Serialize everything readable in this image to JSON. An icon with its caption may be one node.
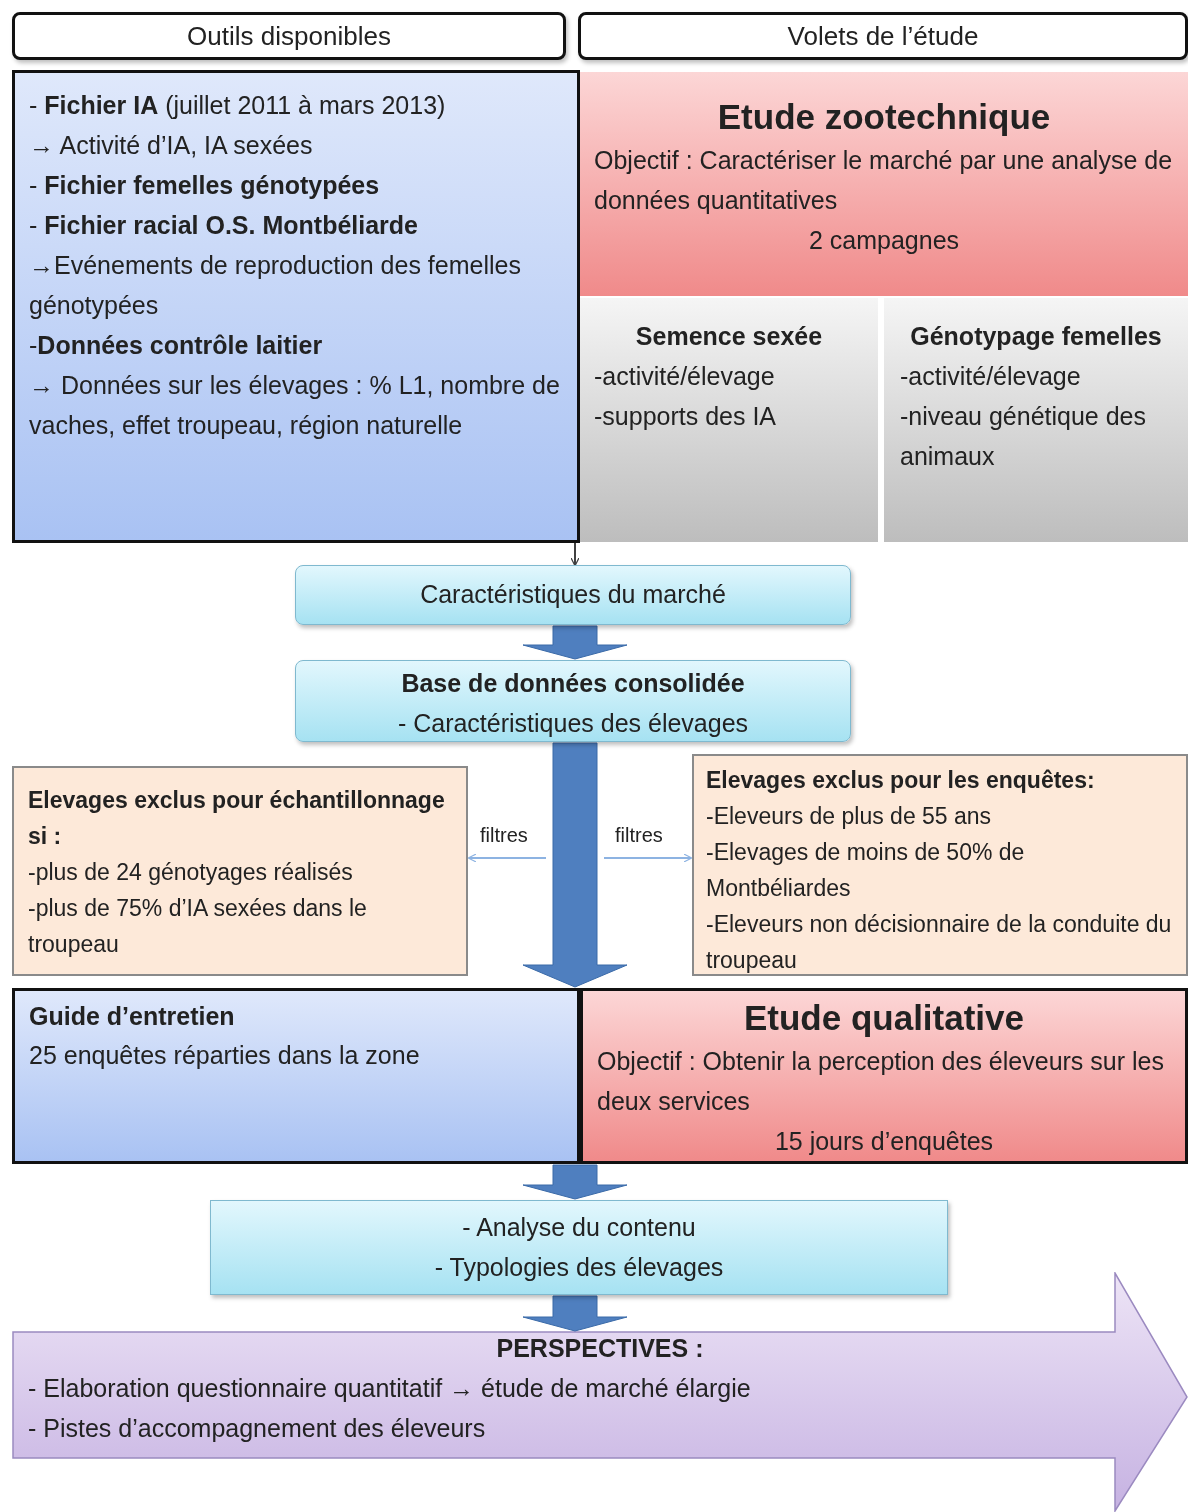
{
  "diagram": {
    "nodes": [
      {
        "text": [
          "Outils disponibles"
        ]
      },
      {
        "text": [
          "Volets de l’étude"
        ]
      },
      {
        "text": [
          "- **Fichier IA** (juillet 2011 à mars 2013)",
          "→ Activité d’IA, IA sexées",
          "- **Fichier femelles génotypées**",
          "- **Fichier racial O.S. Montbéliarde**",
          "→Evénements de reproduction des femelles génotypées",
          "-**Données contrôle laitier**",
          "→ Données sur les élevages : % L1, nombre de vaches, effet troupeau, région naturelle"
        ]
      },
      {
        "text": [
          "Etude zootechnique",
          "Objectif : Caractériser le marché par une analyse de données quantitatives",
          "2 campagnes"
        ]
      },
      {
        "text": [
          "Semence sexée",
          "-activité/élevage",
          "-supports des IA"
        ]
      },
      {
        "text": [
          "Génotypage femelles",
          "-activité/élevage",
          "-niveau génétique des animaux"
        ]
      },
      {
        "text": [
          "Caractéristiques du marché"
        ]
      },
      {
        "text": [
          "Base de données consolidée",
          "- Caractéristiques des élevages"
        ]
      },
      {
        "text": [
          "Elevages exclus pour échantillonnage si :",
          "-plus de 24 génotyages réalisés",
          "-plus de 75% d’IA sexées dans le troupeau"
        ]
      },
      {
        "text": [
          "Elevages exclus pour les enquêtes:",
          "-Eleveurs de plus de 55 ans",
          "-Elevages de moins de 50% de Montbéliardes",
          "-Eleveurs non décisionnaire de la conduite du troupeau"
        ]
      },
      {
        "text": [
          "Guide d’entretien",
          "25 enquêtes réparties dans la zone"
        ]
      },
      {
        "text": [
          "Etude qualitative",
          "Objectif : Obtenir la perception des éleveurs sur les deux services",
          "15 jours d’enquêtes"
        ]
      },
      {
        "text": [
          "- Analyse du contenu",
          "- Typologies des élevages"
        ]
      },
      {
        "text": [
          "PERSPECTIVES :",
          "- Elaboration questionnaire quantitatif → étude de marché élargie",
          "- Pistes d’accompagnement des éleveurs"
        ]
      }
    ],
    "edges": [
      {
        "from": 2,
        "to": 6,
        "arrow": "to",
        "color": "#404040"
      },
      {
        "from": 6,
        "to": 7,
        "arrow": "to",
        "style": "thick"
      },
      {
        "from": 7,
        "to": 10,
        "arrow": "to",
        "style": "thick"
      },
      {
        "from": 7,
        "to": 11,
        "arrow": "to",
        "style": "thick"
      },
      {
        "from": null,
        "to": 8,
        "arrow": "to",
        "label": "filtres",
        "color": "#8db3e2"
      },
      {
        "from": null,
        "to": 9,
        "arrow": "to",
        "label": "filtres",
        "color": "#8db3e2"
      },
      {
        "from": 10,
        "to": 12,
        "arrow": "to",
        "style": "thick"
      },
      {
        "from": 11,
        "to": 12,
        "arrow": "to",
        "style": "thick"
      },
      {
        "from": 12,
        "to": 13,
        "arrow": "to",
        "style": "thick"
      }
    ]
  }
}
